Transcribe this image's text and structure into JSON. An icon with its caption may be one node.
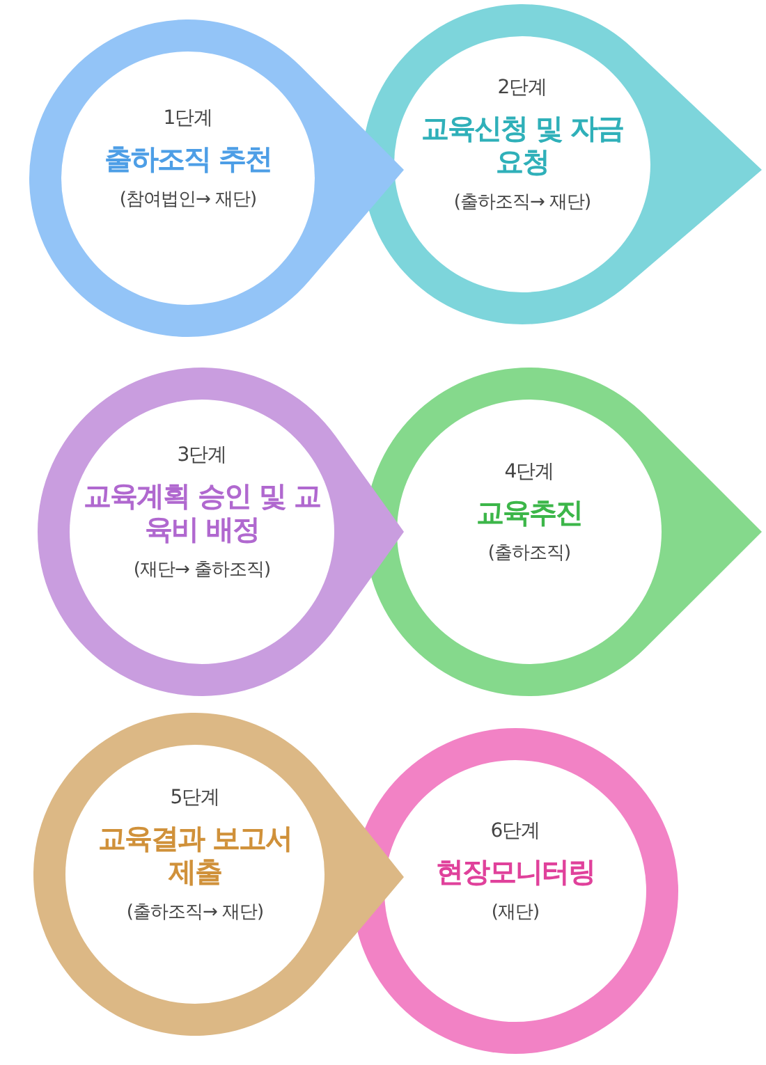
{
  "diagram": {
    "nodes": [
      {
        "text": [
          "1단계",
          "출하조직 추천",
          "(참여법인→ 재단)"
        ]
      },
      {
        "text": [
          "2단계",
          "교육신청 및 자금요청",
          "(출하조직→ 재단)"
        ]
      },
      {
        "text": [
          "3단계",
          "교육계획 승인 및 교육비 배정",
          "(재단→ 출하조직)"
        ]
      },
      {
        "text": [
          "4단계",
          "교육추진",
          "(출하조직)"
        ]
      },
      {
        "text": [
          "5단계",
          "교육결과 보고서 제출",
          "(출하조직→ 재단)"
        ]
      },
      {
        "text": [
          "6단계",
          "현장모니터링",
          "(재단)"
        ]
      }
    ]
  }
}
